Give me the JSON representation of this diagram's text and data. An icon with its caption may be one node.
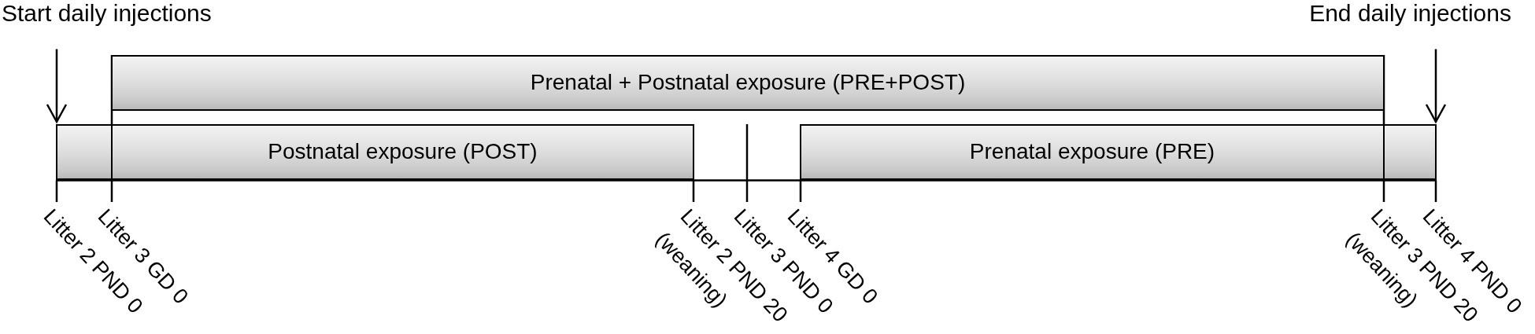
{
  "diagram": {
    "nodes": [
      {
        "text": [
          "Start daily injections"
        ]
      },
      {
        "text": [
          "End daily injections"
        ]
      },
      {
        "text": [
          "Prenatal + Postnatal exposure (PRE+POST)"
        ]
      },
      {
        "text": [],
        "shape": "bar"
      },
      {
        "text": [
          "Postnatal exposure (POST)"
        ]
      },
      {
        "text": [
          "Prenatal exposure (PRE)"
        ]
      },
      {
        "text": [],
        "shape": "bar"
      }
    ],
    "edges": [
      {
        "from": 0,
        "to": 3,
        "arrow": "to"
      },
      {
        "from": 1,
        "to": 6,
        "arrow": "to"
      }
    ],
    "labels": [
      "Litter 2 PND 0",
      "Litter 3 GD 0",
      "Litter 2 PND 20 (weaning)",
      "Litter 3 PND 0",
      "Litter 4 GD 0",
      "Litter 3 PND 20 (weaning)",
      "Litter 4 PND 0"
    ]
  }
}
